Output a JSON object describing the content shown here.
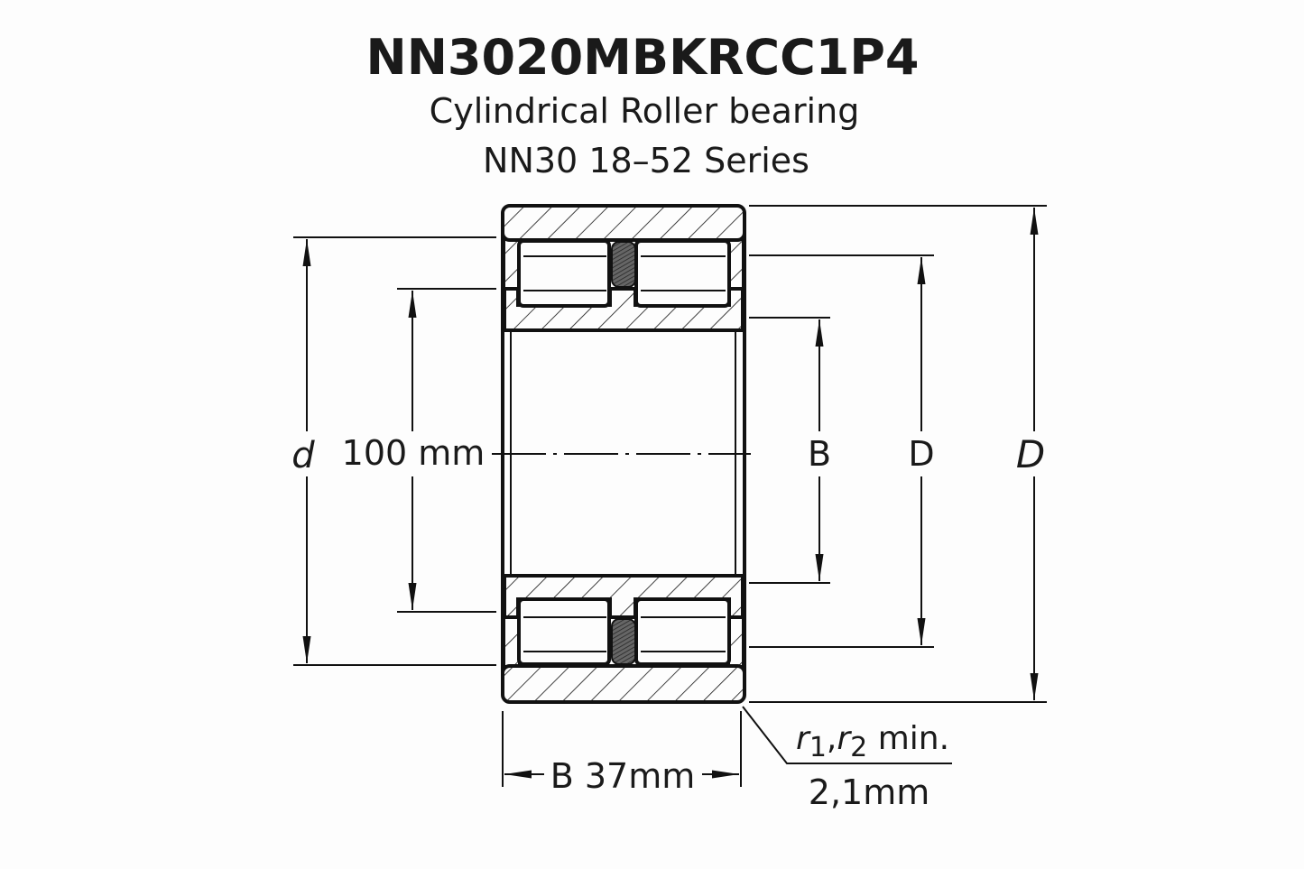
{
  "title": {
    "part_number": "NN3020MBKRCC1P4",
    "description": "Cylindrical Roller bearing",
    "series": "NN30 18–52 Series"
  },
  "dimensions": {
    "d_symbol": "d",
    "bore_value": "100 mm",
    "b_symbol": "B",
    "d_inner_symbol": "D",
    "d_outer_symbol": "D",
    "width_label": "B 37mm",
    "radius_label_r1": "r",
    "radius_sub1": "1",
    "radius_comma": ",",
    "radius_label_r2": "r",
    "radius_sub2": "2",
    "radius_min": " min.",
    "radius_value": "2,1mm"
  },
  "colors": {
    "line": "#111111",
    "background": "#fdfdfd",
    "cage": "#555555"
  }
}
